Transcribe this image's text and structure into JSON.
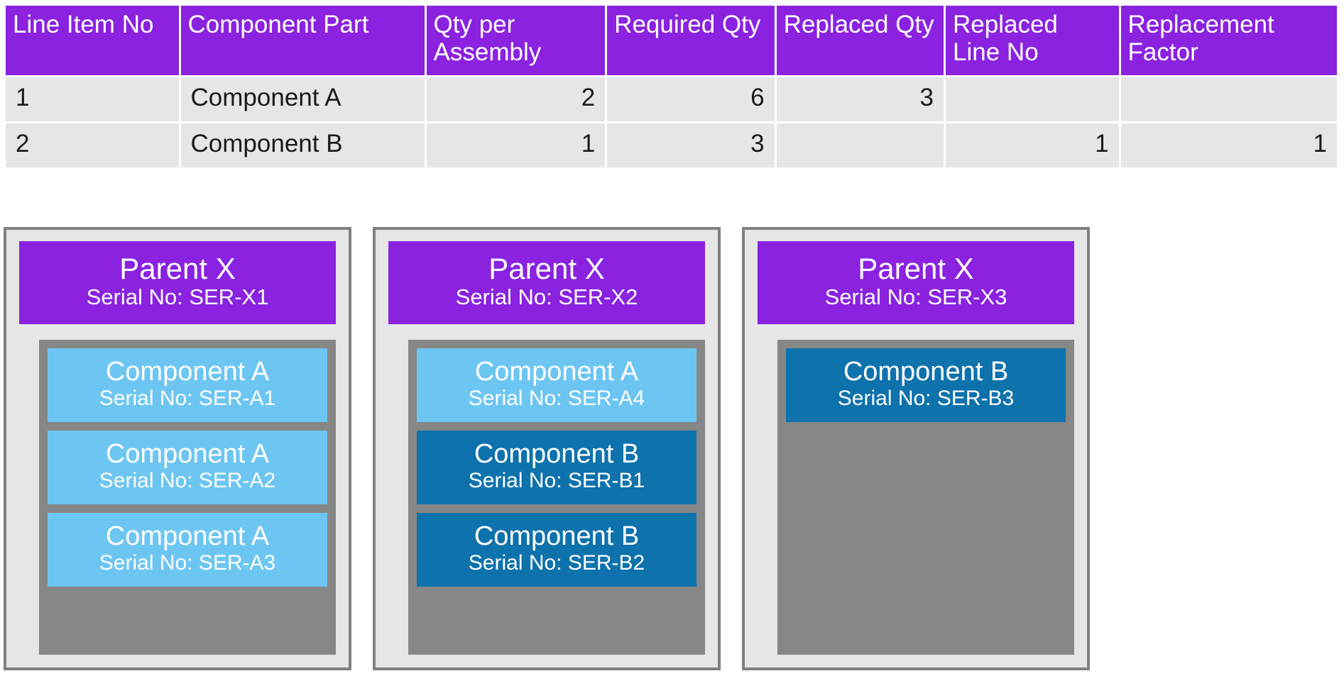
{
  "table": {
    "columns": [
      "Line Item No",
      "Component Part",
      "Qty per Assembly",
      "Required Qty",
      "Replaced Qty",
      "Replaced Line No",
      "Replacement Factor"
    ],
    "rows": [
      {
        "line_item_no": "1",
        "component_part": "Component A",
        "qty_per_assembly": "2",
        "required_qty": "6",
        "replaced_qty": "3",
        "replaced_line_no": "",
        "replacement_factor": ""
      },
      {
        "line_item_no": "2",
        "component_part": "Component B",
        "qty_per_assembly": "1",
        "required_qty": "3",
        "replaced_qty": "",
        "replaced_line_no": "1",
        "replacement_factor": "1"
      }
    ]
  },
  "serial_prefix": "Serial No: ",
  "panels": [
    {
      "parent": {
        "title": "Parent X",
        "serial": "Serial No: SER-X1"
      },
      "children": [
        {
          "title": "Component A",
          "serial": "Serial No: SER-A1",
          "type": "a"
        },
        {
          "title": "Component A",
          "serial": "Serial No: SER-A2",
          "type": "a"
        },
        {
          "title": "Component A",
          "serial": "Serial No: SER-A3",
          "type": "a"
        }
      ]
    },
    {
      "parent": {
        "title": "Parent X",
        "serial": "Serial No: SER-X2"
      },
      "children": [
        {
          "title": "Component A",
          "serial": "Serial No: SER-A4",
          "type": "a"
        },
        {
          "title": "Component B",
          "serial": "Serial No: SER-B1",
          "type": "b"
        },
        {
          "title": "Component B",
          "serial": "Serial No: SER-B2",
          "type": "b"
        }
      ]
    },
    {
      "parent": {
        "title": "Parent X",
        "serial": "Serial No: SER-X3"
      },
      "children": [
        {
          "title": "Component B",
          "serial": "Serial No: SER-B3",
          "type": "b"
        }
      ]
    }
  ],
  "colors": {
    "header_purple": "#8A22E0",
    "cell_gray": "#E6E6E6",
    "frame_gray": "#878787",
    "panel_border": "#808080",
    "component_a": "#6DC6F2",
    "component_b": "#0E72AD",
    "text_light": "#FFFFFF",
    "text_dark": "#1A1A1A"
  }
}
